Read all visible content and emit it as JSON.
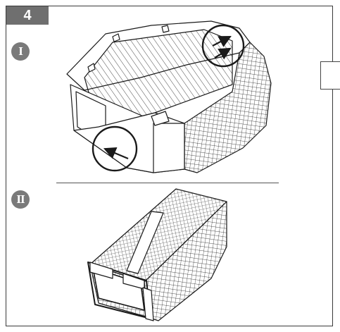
{
  "figure": {
    "step_number": "4",
    "sub_steps": [
      {
        "label": "I"
      },
      {
        "label": "II"
      }
    ],
    "colors": {
      "badge_fill": "#6f6f6f",
      "sub_badge_fill": "#7a7a7a",
      "line": "#1a1a1a",
      "background": "#ffffff"
    },
    "icons": [
      "arrow-icon",
      "highlight-circle-icon"
    ]
  }
}
